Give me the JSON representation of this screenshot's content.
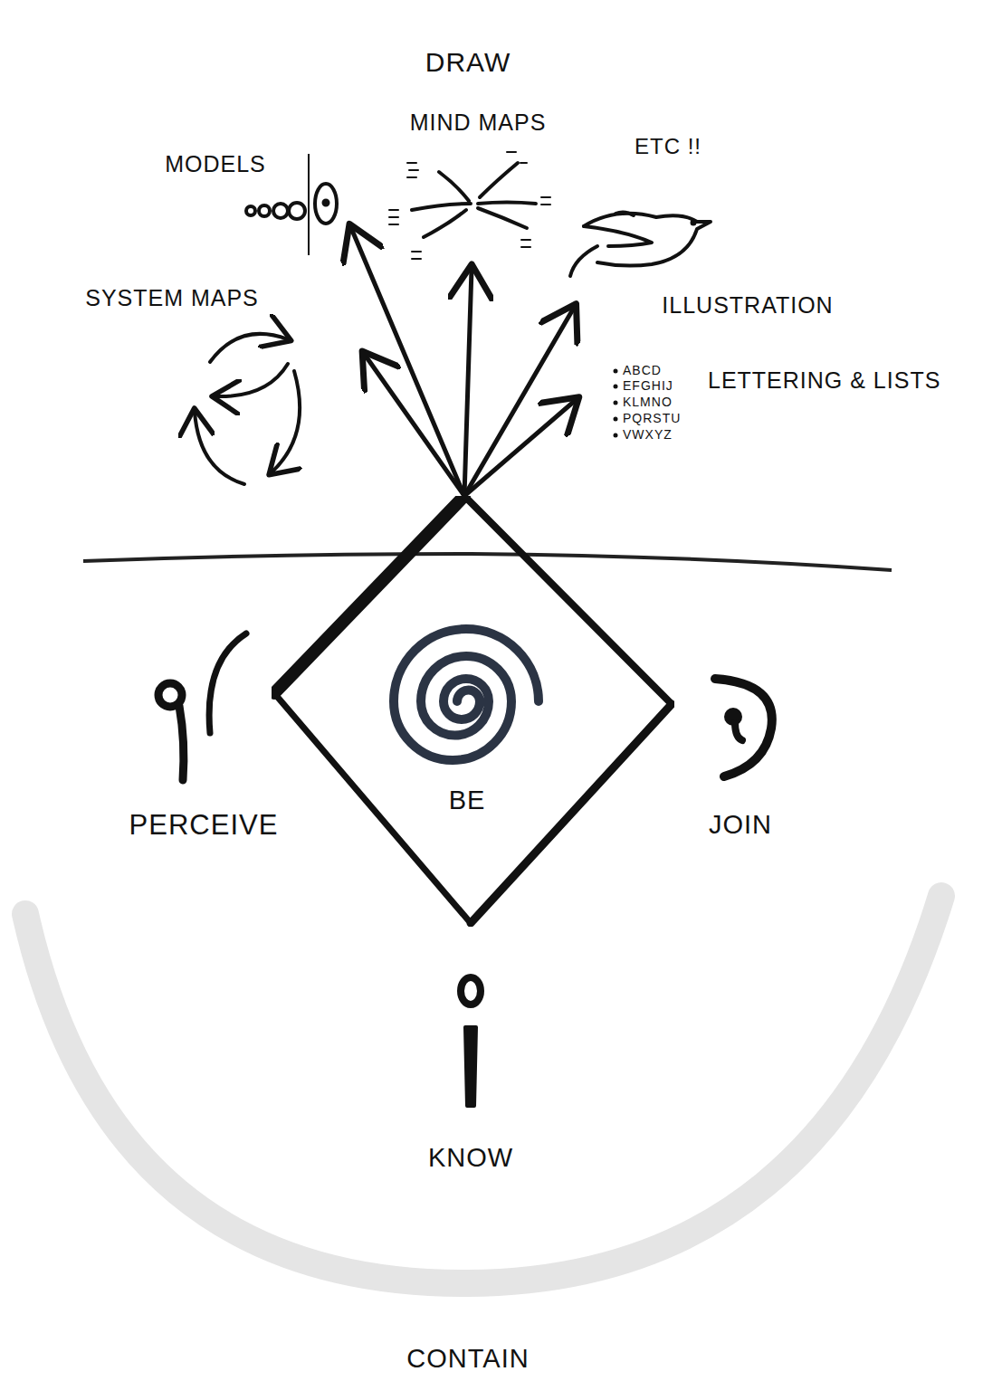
{
  "diagram": {
    "nodes": [
      {
        "text": [
          "BE"
        ]
      }
    ],
    "labels": [
      "DRAW",
      "MIND MAPS",
      "MODELS",
      "ETC !!",
      "SYSTEM MAPS",
      "ILLUSTRATION",
      "ABCD",
      "EFGHIJ",
      "KLMNO",
      "PQRSTU",
      "VWXYZ",
      "LETTERING & LISTS",
      "PERCEIVE",
      "JOIN",
      "KNOW",
      "CONTAIN"
    ]
  }
}
